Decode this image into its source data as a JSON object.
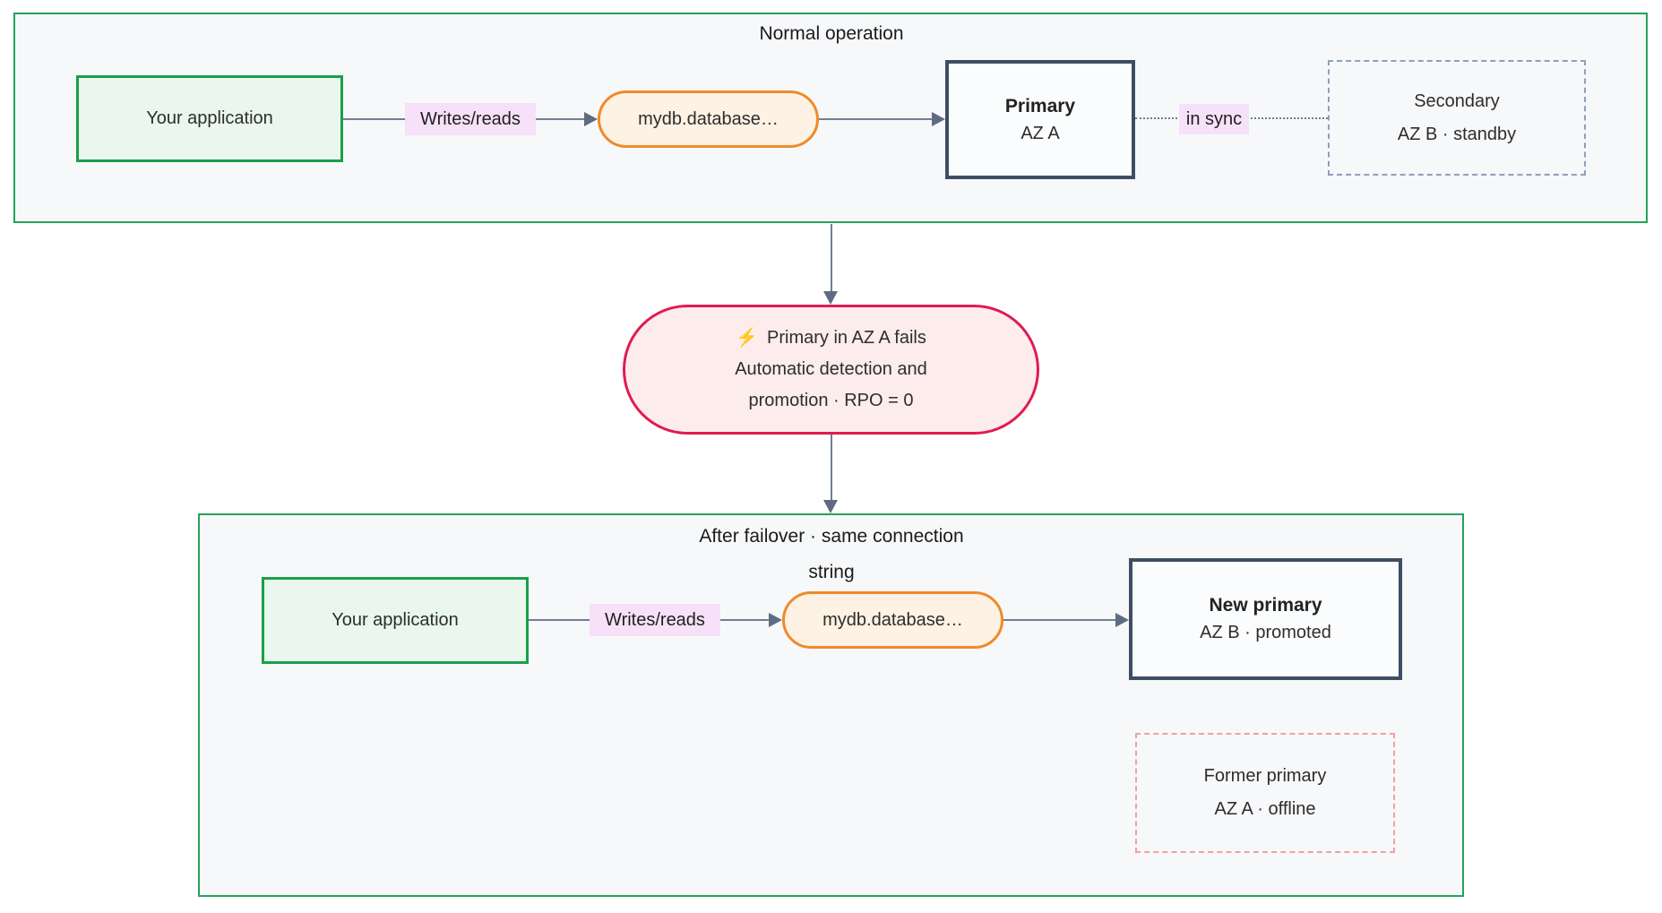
{
  "colors": {
    "container_fill": "#f7f8fa",
    "container_border_green": "#25a258",
    "app_node_green": "#1b9e4b",
    "app_node_fill": "#e9f7ee",
    "endpoint_orange": "#ef8a2a",
    "endpoint_fill": "#fdf2e3",
    "db_node_slate": "#3e4d63",
    "crisis_crimson": "#e01b50",
    "crisis_fill": "#fdecec",
    "edge_slate": "#707f93",
    "edge_label_lavender": "#f6e1f8",
    "standby_dash_gray": "#90a0b7",
    "offline_dash_salmon": "#f59e9e"
  },
  "top_section": {
    "title": "Normal operation",
    "app_label": "Your application",
    "writes_reads_label": "Writes/reads",
    "endpoint_label": "mydb.database…",
    "primary": {
      "title": "Primary",
      "subtitle": "AZ A"
    },
    "in_sync_label": "in sync",
    "secondary": {
      "title": "Secondary",
      "subtitle": "AZ B · standby"
    }
  },
  "failover_event": {
    "icon": "⚡",
    "line1": "Primary in AZ A fails",
    "line2": "Automatic detection and",
    "line3": "promotion · RPO = 0"
  },
  "bottom_section": {
    "title_line1": "After failover · same connection",
    "title_line2": "string",
    "app_label": "Your application",
    "writes_reads_label": "Writes/reads",
    "endpoint_label": "mydb.database…",
    "new_primary": {
      "title": "New primary",
      "subtitle": "AZ B · promoted"
    },
    "former_primary": {
      "title": "Former primary",
      "subtitle": "AZ A · offline"
    }
  }
}
